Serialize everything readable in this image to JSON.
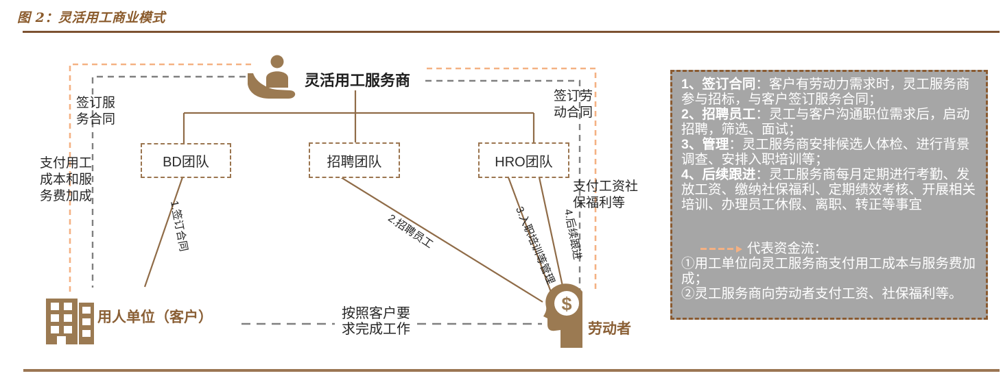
{
  "title": "图 2：灵活用工商业模式",
  "colors": {
    "brown_line": "#8f6b47",
    "brown_label": "#8a5f35",
    "orange_money_flow": "#f4b183",
    "gray_contract_flow": "#7f7f7f",
    "panel_bg": "#a6a6a6",
    "panel_text": "#ffffff"
  },
  "nodes": {
    "provider": {
      "label": "灵活用工服务商",
      "icon": "hand-holding-person-icon"
    },
    "bd_team": {
      "label": "BD团队"
    },
    "recruit_team": {
      "label": "招聘团队"
    },
    "hro_team": {
      "label": "HRO团队"
    },
    "employer": {
      "label": "用人单位（客户）",
      "icon": "building-icon"
    },
    "worker": {
      "label": "劳动者",
      "icon": "head-with-dollar-icon",
      "dollar_glyph": "$"
    }
  },
  "edge_labels": {
    "sign_service_contract": "签订服\n务合同",
    "pay_labor_cost": "支付用工\n成本和服\n务费加成",
    "sign_labor_contract": "签订劳\n动合同",
    "pay_salary_social": "支付工资社\n保福利等",
    "step1": "1.签订合同",
    "step2": "2.招聘员工",
    "step3": "3.入职培训等管理",
    "step4": "4.后续跟进",
    "work_for_client": "按照客户要\n求完成工作"
  },
  "panel": {
    "items": [
      {
        "label": "1、签订合同",
        "desc": "：客户有劳动力需求时，灵工服务商参与招标，与客户签订服务合同；"
      },
      {
        "label": "2、招聘员工",
        "desc": "：灵工与客户沟通职位需求后，启动招聘，筛选、面试；"
      },
      {
        "label": "3、管理",
        "desc": "：灵工服务商安排候选人体检、进行背景调查、安排入职培训等；"
      },
      {
        "label": "4、后续跟进",
        "desc": "：灵工服务商每月定期进行考勤、发放工资、缴纳社保福利、定期绩效考核、开展相关培训、办理员工休假、离职、转正等事宜"
      }
    ],
    "legend_title": "代表资金流：",
    "legend_items": [
      "①用工单位向灵工服务商支付用工成本与服务费加成；",
      "②灵工服务商向劳动者支付工资、社保福利等。"
    ]
  }
}
